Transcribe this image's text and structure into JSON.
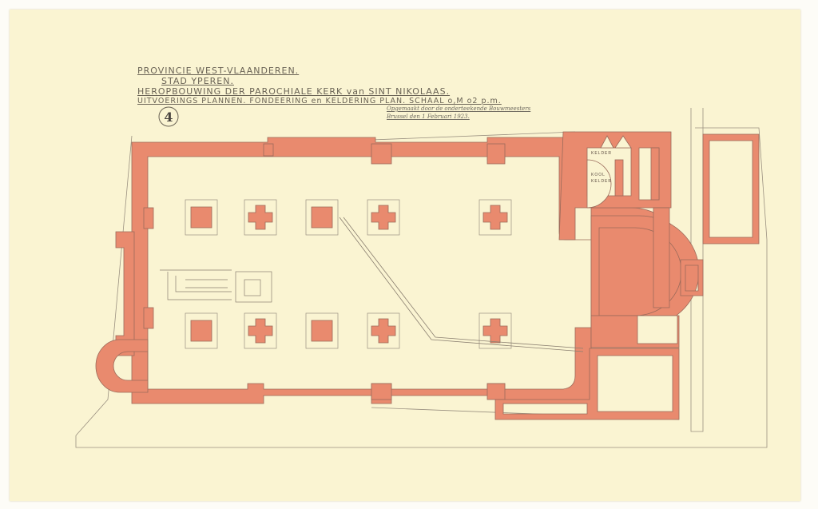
{
  "titles": {
    "line1": "PROVINCIE WEST-VLAANDEREN.",
    "line2": "STAD YPEREN.",
    "line3": "HEROPBOUWING DER PAROCHIALE KERK van SINT NIKOLAAS.",
    "line4": "UITVOERINGS PLANNEN. FONDEERING en KELDERING PLAN. SCHAAL o,M o2 p.m."
  },
  "sheet_number": "4",
  "signature": {
    "line1": "Opgemaakt door de onderteekende Bouwmeesters",
    "line2": "Brussel den 1 Februari 1923."
  },
  "rooms": {
    "kelder": "KELDER",
    "kool_kelder_1": "KOOL",
    "kool_kelder_2": "KELDER"
  },
  "colors": {
    "paper": "#faf4d2",
    "wall": "#e98a6e",
    "line": "#8a7f70"
  }
}
